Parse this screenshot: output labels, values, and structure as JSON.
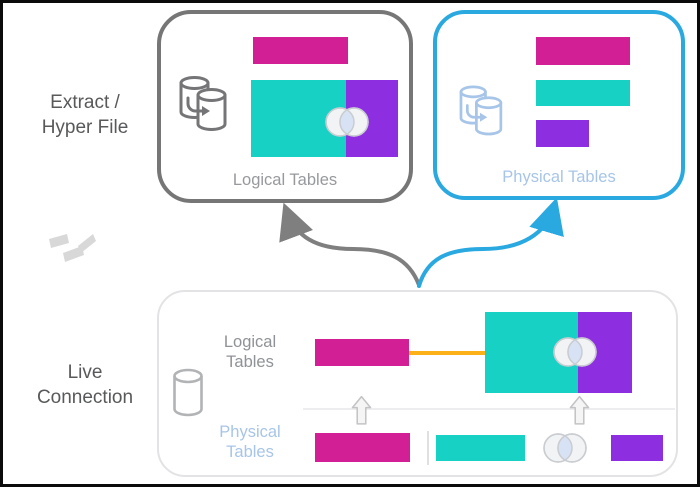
{
  "colors": {
    "magenta": "#d21f96",
    "teal": "#17d1c5",
    "purple": "#8d2fe0",
    "orange_relationship": "#fbb117",
    "blue_accent": "#2aa9e1",
    "gray_accent": "#7f7f7f",
    "light_blue": "#a7c5e8"
  },
  "labels": {
    "extract_line1": "Extract /",
    "extract_line2": "Hyper File",
    "live_line1": "Live",
    "live_line2": "Connection"
  },
  "extract_logical_box": {
    "caption": "Logical Tables"
  },
  "extract_physical_box": {
    "caption": "Physical Tables"
  },
  "live_box": {
    "logical_line1": "Logical",
    "logical_line2": "Tables",
    "physical_line1": "Physical",
    "physical_line2": "Tables"
  }
}
